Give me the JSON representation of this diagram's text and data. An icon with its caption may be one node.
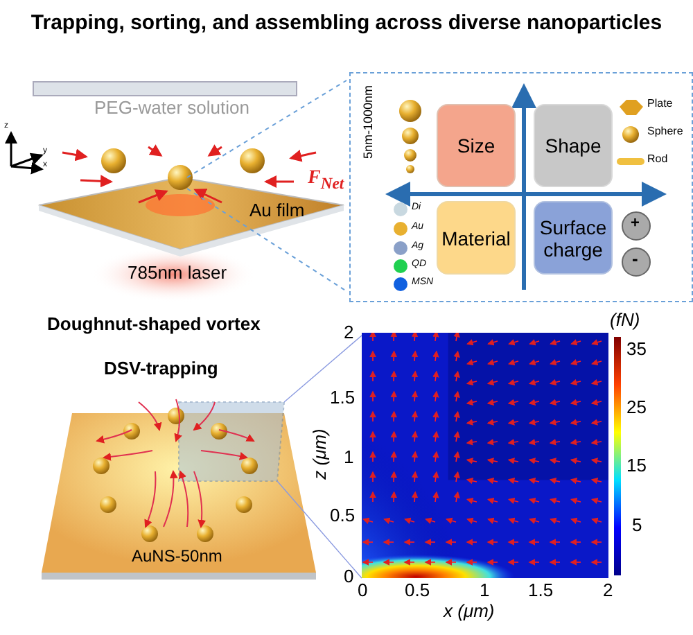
{
  "diagram": {
    "title": "Trapping, sorting, and assembling across diverse nanoparticles",
    "nodes": [
      {
        "text": [],
        "shape": "box"
      },
      {
        "text": [
          "Size"
        ],
        "in": 0
      },
      {
        "text": [
          "Shape"
        ],
        "in": 0
      },
      {
        "text": [
          "Material"
        ],
        "in": 0
      },
      {
        "text": [
          "Surface charge"
        ],
        "in": 0
      }
    ],
    "edges": [],
    "labels": [
      "z",
      "y",
      "x",
      "PEG-water solution",
      "F$_{Net}$",
      "Au film",
      "785nm laser",
      "5nm-1000nm",
      "Plate",
      "Sphere",
      "Rod",
      "Di",
      "Au",
      "Ag",
      "QD",
      "MSN",
      "+",
      "-",
      "Doughnut-shaped vortex",
      "DSV-trapping",
      "AuNS-50nm",
      "2",
      "1.5",
      "1",
      "0.5",
      "0",
      "z (μm)",
      "0",
      "0.5",
      "1",
      "1.5",
      "2",
      "x (μm)",
      "(fN)",
      "35",
      "25",
      "15",
      "5"
    ]
  }
}
